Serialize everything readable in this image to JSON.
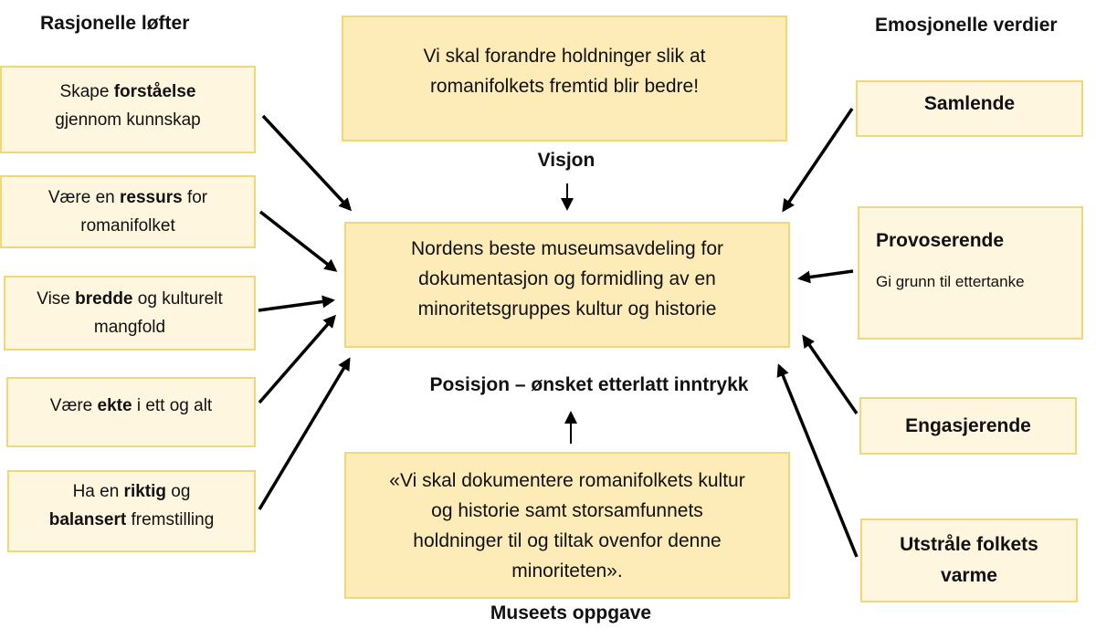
{
  "headings": {
    "left": "Rasjonelle løfter",
    "right": "Emosjonelle verdier"
  },
  "vision": {
    "text_line1": "Vi skal forandre holdninger slik at",
    "text_line2": "romanifolkets fremtid blir bedre!",
    "label": "Visjon"
  },
  "position": {
    "text_line1": "Nordens beste museumsavdeling for",
    "text_line2": "dokumentasjon og formidling av en",
    "text_line3": "minoritetsgruppes kultur og historie",
    "label": "Posisjon – ønsket etterlatt inntrykk"
  },
  "mission": {
    "text_line1": "«Vi skal dokumentere romanifolkets kultur",
    "text_line2": "og historie samt storsamfunnets",
    "text_line3": "holdninger til og tiltak ovenfor denne",
    "text_line4": "minoriteten».",
    "label": "Museets oppgave"
  },
  "rational": [
    {
      "pre": "Skape ",
      "bold": "forståelse",
      "post": "",
      "line2_pre": "gjennom kunnskap",
      "line2_bold": "",
      "line2_post": ""
    },
    {
      "pre": "Være en ",
      "bold": "ressurs",
      "post": " for",
      "line2_pre": "romanifolket",
      "line2_bold": "",
      "line2_post": ""
    },
    {
      "pre": "Vise ",
      "bold": "bredde",
      "post": " og kulturelt",
      "line2_pre": "mangfold",
      "line2_bold": "",
      "line2_post": ""
    },
    {
      "pre": "Være ",
      "bold": "ekte",
      "post": " i ett og alt",
      "line2_pre": "",
      "line2_bold": "",
      "line2_post": ""
    },
    {
      "pre": "Ha en ",
      "bold": "riktig",
      "post": " og",
      "line2_pre": "",
      "line2_bold": "balansert",
      "line2_post": " fremstilling"
    }
  ],
  "emotional": [
    {
      "title": "Samlende",
      "title_line2": "",
      "sub": ""
    },
    {
      "title": "Provoserende",
      "title_line2": "",
      "sub": "Gi grunn til ettertanke"
    },
    {
      "title": "Engasjerende",
      "title_line2": "",
      "sub": ""
    },
    {
      "title": "Utstråle folkets",
      "title_line2": "varme",
      "sub": ""
    }
  ],
  "colors": {
    "box_light": "#fef6df",
    "box_dark": "#fdebb8",
    "box_border": "#f0d878",
    "arrow": "#000000"
  }
}
